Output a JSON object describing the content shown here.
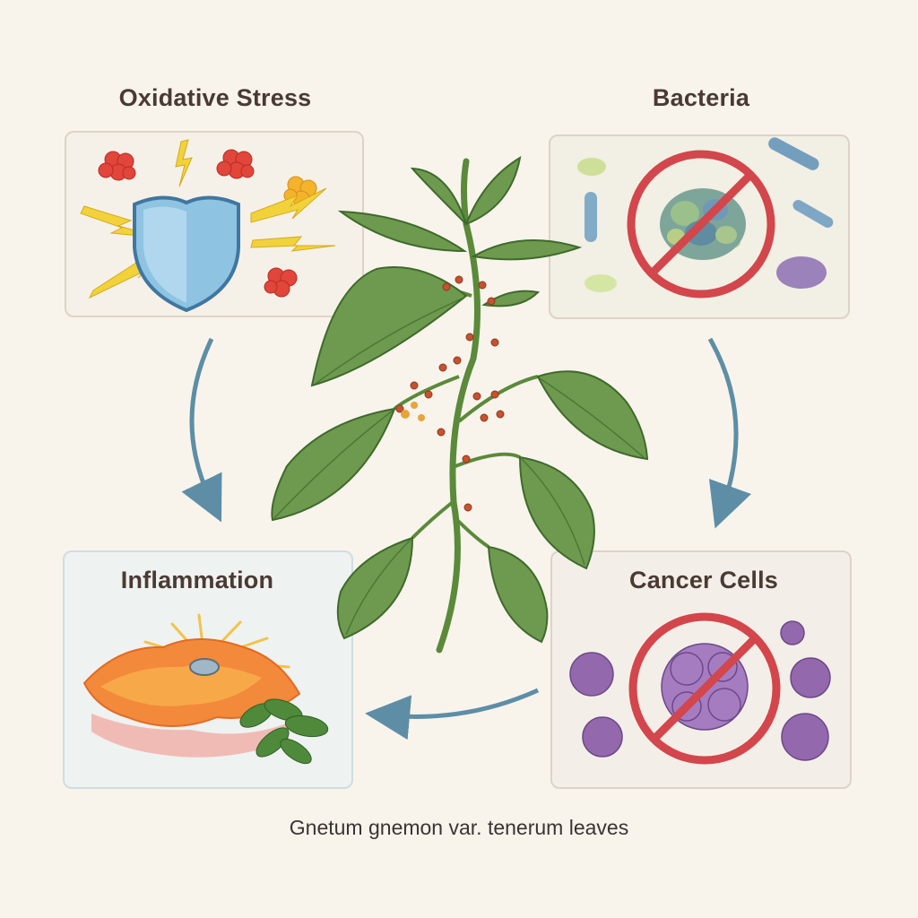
{
  "panels": {
    "oxidative_stress": {
      "title": "Oxidative Stress",
      "icon": "shield-icon"
    },
    "bacteria": {
      "title": "Bacteria",
      "icon": "prohibited-bacteria-icon"
    },
    "inflammation": {
      "title": "Inflammation",
      "icon": "inflammation-icon"
    },
    "cancer_cells": {
      "title": "Cancer Cells",
      "icon": "prohibited-cancer-cell-icon"
    }
  },
  "caption": "Gnetum gnemon var. tenerum leaves",
  "colors": {
    "background": "#f8f4ec",
    "arrow": "#5d8ea6",
    "leaf": "#6d9a4e",
    "prohibition": "#d2464c",
    "cancer_cell": "#9468ad",
    "shield": "#7fb8d8"
  }
}
